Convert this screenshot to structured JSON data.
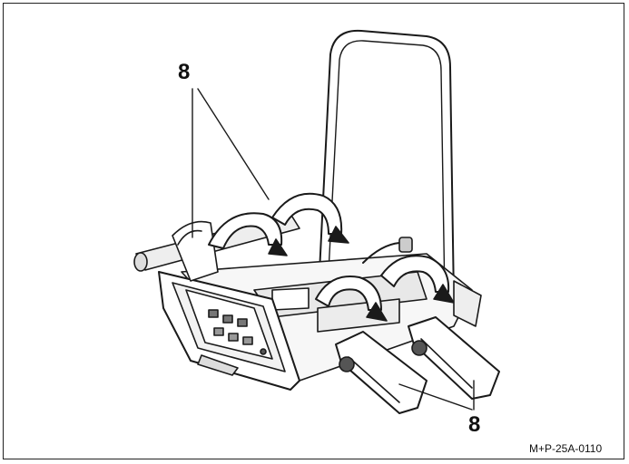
{
  "figure": {
    "callout_top": "8",
    "callout_bottom": "8",
    "reference_code": "M+P-25A-0110",
    "colors": {
      "line": "#1a1a1a",
      "fill": "#ffffff",
      "shade": "#d9d9d9",
      "dark": "#555555"
    }
  }
}
